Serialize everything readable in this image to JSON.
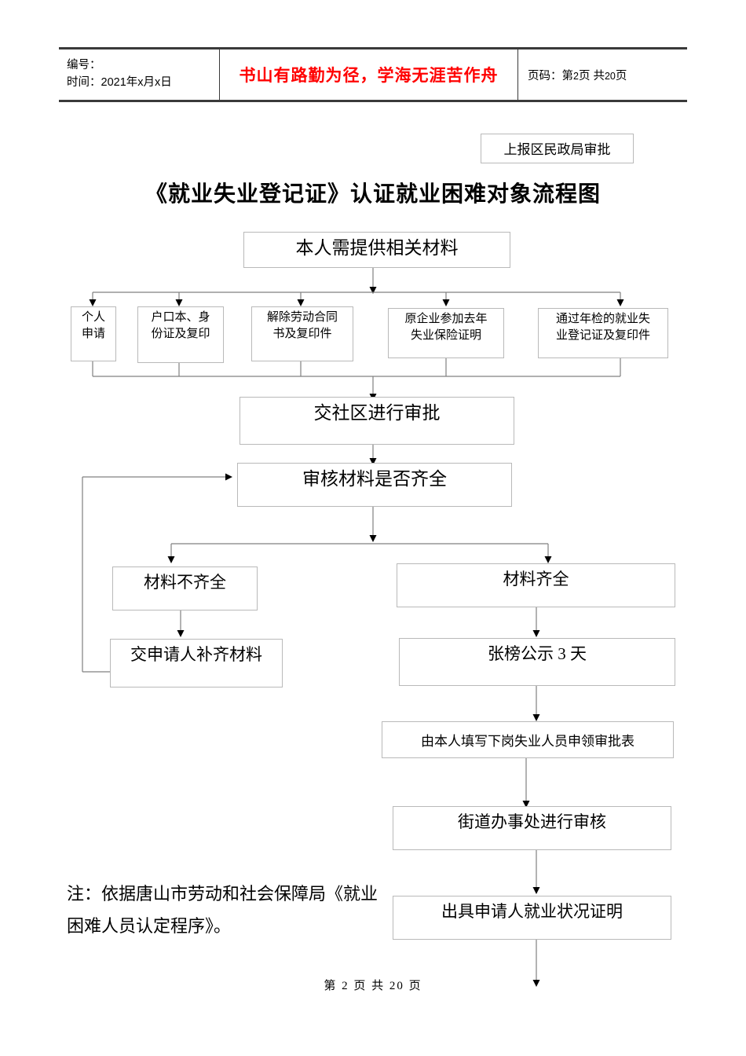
{
  "header": {
    "label_no": "编号：",
    "label_time": "时间：2021年x月x日",
    "slogan": "书山有路勤为径，学海无涯苦作舟",
    "page_prefix": "页码：第",
    "page_current": "2",
    "page_mid": "页 共",
    "page_total": "20",
    "page_suffix": "页",
    "slogan_color": "#ff0000"
  },
  "title": "《就业失业登记证》认证就业困难对象流程图",
  "top_right_box": "上报区民政局审批",
  "flow": {
    "start": "本人需提供相关材料",
    "materials": [
      "个人\n申请",
      "户口本、身\n份证及复印",
      "解除劳动合同\n书及复印件",
      "原企业参加去年\n失业保险证明",
      "通过年检的就业失\n业登记证及复印件"
    ],
    "submit_community": "交社区进行审批",
    "decision": "审核材料是否齐全",
    "branch_incomplete": "材料不齐全",
    "branch_complete": "材料齐全",
    "return_to_applicant": "交申请人补齐材料",
    "public_notice": "张榜公示 3 天",
    "fill_form": "由本人填写下岗失业人员申领审批表",
    "street_office_review": "街道办事处进行审核",
    "issue_certificate": "出具申请人就业状况证明"
  },
  "note": "注：依据唐山市劳动和社会保障局《就业困难人员认定程序》。",
  "footer": {
    "prefix": "第",
    "current": "2",
    "mid": "页 共",
    "total": "20",
    "suffix": "页"
  },
  "colors": {
    "box_border": "#b9b9b9",
    "wire": "#808080",
    "text": "#000000",
    "accent_red": "#ff0000"
  }
}
